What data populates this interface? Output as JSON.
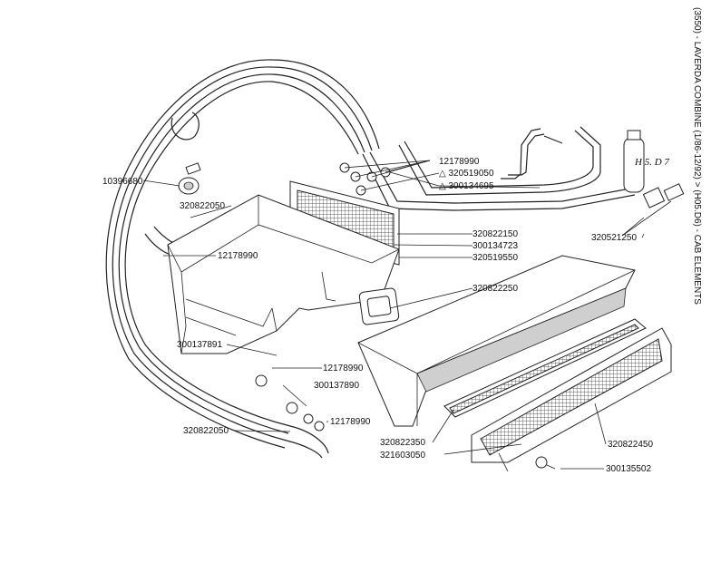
{
  "page_title": "(3550) - LAVERDA COMBINE (1/86-12/92) > (H05.D6) - CAB ELEMENTS",
  "reference": "H 5. D 7",
  "labels": {
    "p10396680": "10396680",
    "p12178990_top": "12178990",
    "p320519050": "△ 320519050",
    "p300134695": "△ 300134695",
    "p320822050_top": "320822050",
    "p320822150": "320822150",
    "p300134723": "300134723",
    "p320519550": "320519550",
    "p320521250": "320521250",
    "p12178990_mid": "12178990",
    "p320822250": "320822250",
    "p300137891": "300137891",
    "p12178990_low": "12178990",
    "p300137890": "300137890",
    "p12178990_bot": "12178990",
    "p320822050_bot": "320822050",
    "p320822350": "320822350",
    "p321603050": "321603050",
    "p320822450": "320822450",
    "p300135502": "300135502"
  }
}
